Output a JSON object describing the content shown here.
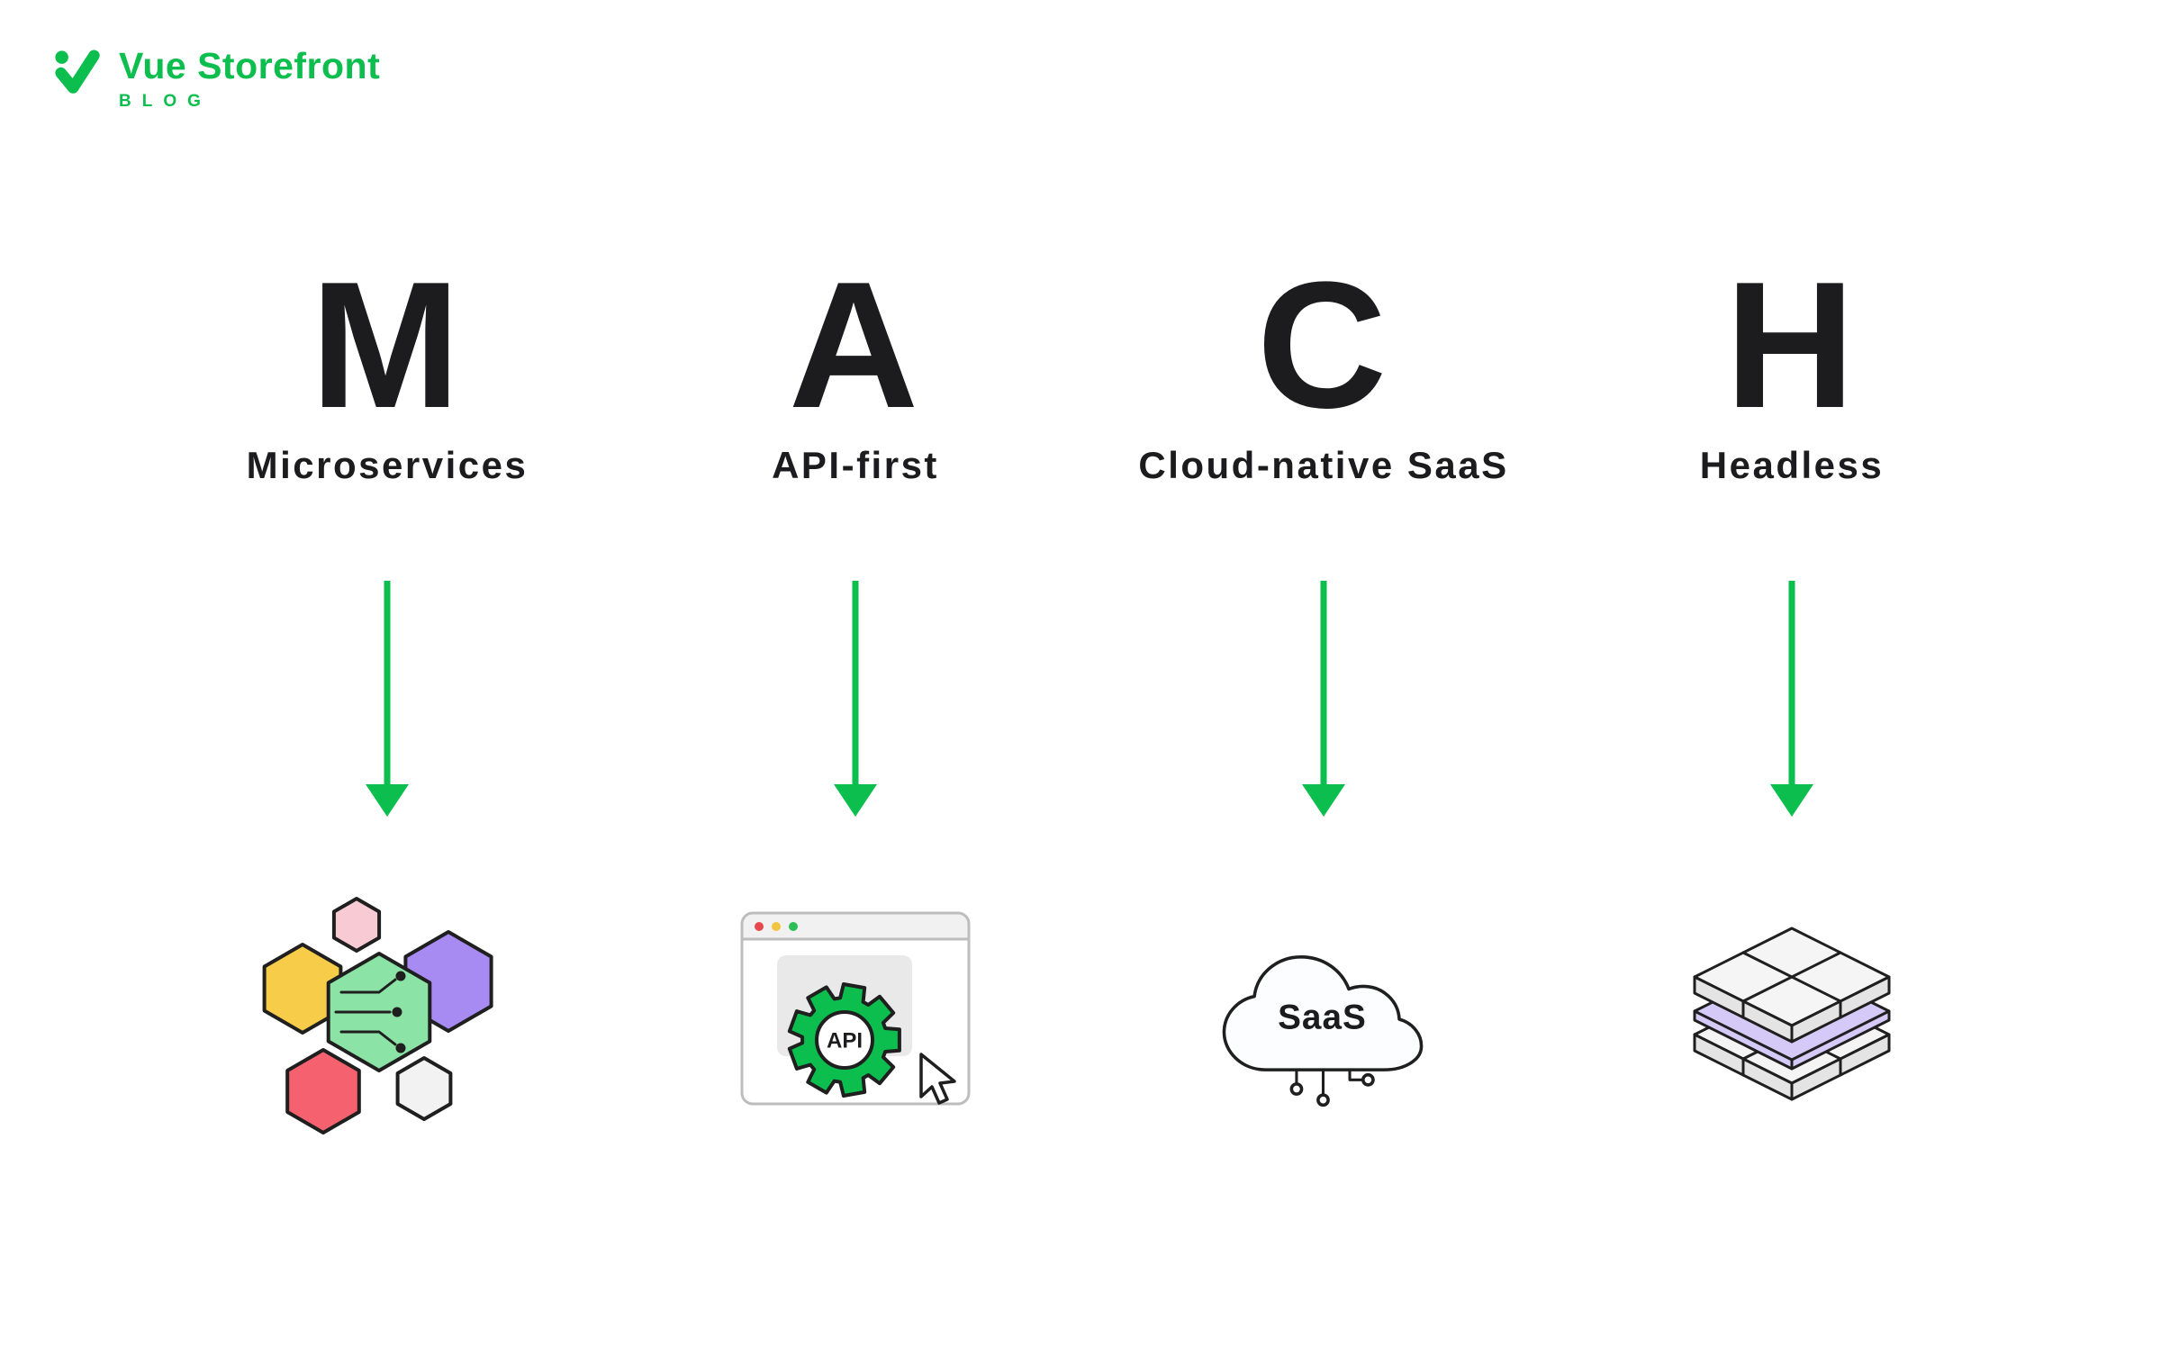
{
  "brand": {
    "name": "Vue Storefront",
    "tagline": "BLOG"
  },
  "colors": {
    "green": "#0CBE4E",
    "ink": "#1C1C1E",
    "yellow": "#F6CC49",
    "pink": "#F8CAD4",
    "purple": "#A78BF2",
    "mint": "#8BE3A6",
    "red": "#F5616F",
    "gray": "#F2F2F2",
    "lavender": "#D4C9F7"
  },
  "columns": [
    {
      "letter": "M",
      "label": "Microservices",
      "icon": "microservices-hexagons-icon"
    },
    {
      "letter": "A",
      "label": "API-first",
      "icon": "api-browser-gear-icon",
      "icon_label": "API"
    },
    {
      "letter": "C",
      "label": "Cloud-native SaaS",
      "icon": "cloud-saas-icon",
      "icon_label": "SaaS"
    },
    {
      "letter": "H",
      "label": "Headless",
      "icon": "headless-layers-icon"
    }
  ]
}
